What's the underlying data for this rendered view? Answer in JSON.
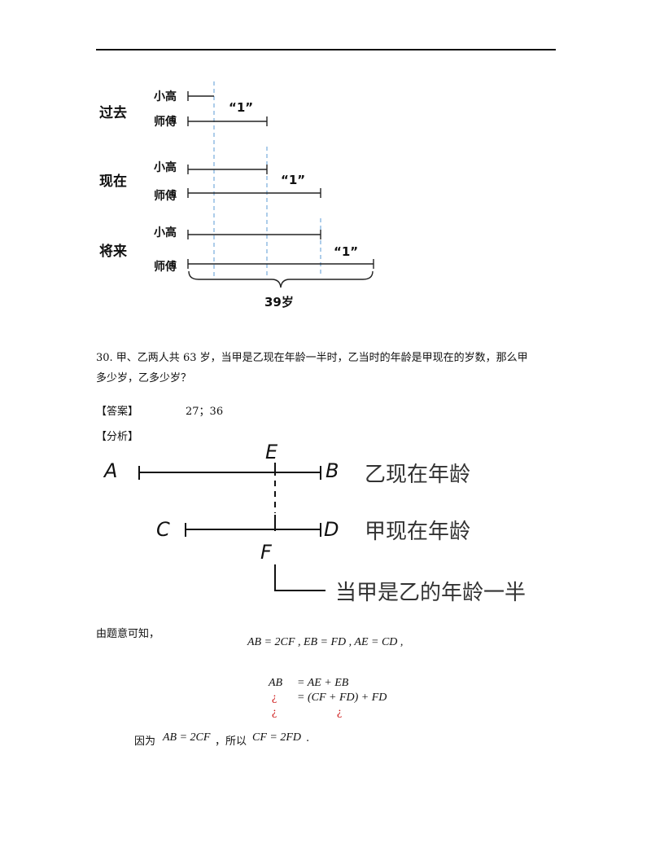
{
  "fig1": {
    "rows": [
      {
        "period": "过去",
        "small": "小高",
        "master": "师傅",
        "one": "“1”"
      },
      {
        "period": "现在",
        "small": "小高",
        "master": "师傅",
        "one": "“1”"
      },
      {
        "period": "将来",
        "small": "小高",
        "master": "师傅",
        "one": "“1”"
      }
    ],
    "brace_label": "39岁"
  },
  "question": {
    "line1": "30. 甲、乙两人共 63 岁，当甲是乙现在年龄一半时，乙当时的年龄是甲现在的岁数，那么甲",
    "line2": "多少岁，乙多少岁？"
  },
  "answer": {
    "tag": "【答案】",
    "value": "27；36"
  },
  "analysis": {
    "tag": "【分析】"
  },
  "fig2": {
    "points": {
      "A": "A",
      "B": "B",
      "C": "C",
      "D": "D",
      "E": "E",
      "F": "F"
    },
    "label_ab": "乙现在年龄",
    "label_cd": "甲现在年龄",
    "label_f": "当甲是乙的年龄一半"
  },
  "solution": {
    "intro": "由题意可知，",
    "eq1": "AB = 2CF , EB = FD , AE = CD ,",
    "eq2_lhs": "AB",
    "eq2_rhs": "= AE + EB",
    "eq3_lhs": "¿",
    "eq3_rhs": "= (CF + FD) + FD",
    "eq4_a": "¿",
    "eq4_b": "¿",
    "final_prefix": "因为",
    "final_eq1": "AB = 2CF",
    "final_mid": "，所以",
    "final_eq2": "CF = 2FD",
    "final_end": "."
  }
}
